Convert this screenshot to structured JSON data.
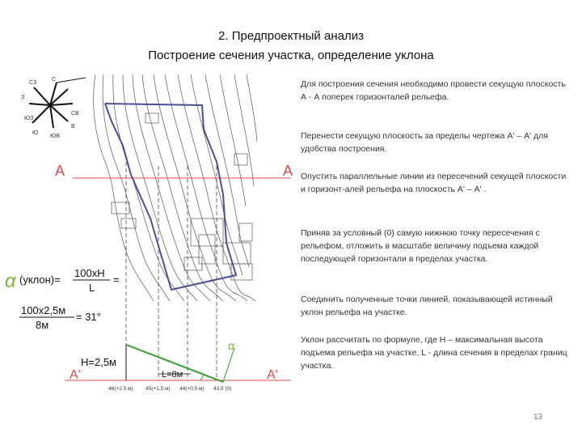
{
  "header": {
    "title": "2. Предпроектный анализ",
    "subtitle": "Построение сечения участка, определение уклона"
  },
  "paragraphs": [
    "Для построения сечения необходимо провести секущую плоскость А - А поперек горизонталей рельефа.",
    "Перенести секущую плоскость за пределы чертежа А' – А' для удобства построения.",
    "Опустить параллельные линии из пересечений секущей плоскости и горизонт-алей рельефа на плоскость А' – А' .",
    "Приняв за условный (0) самую нижнюю точку пересечения с рельефом, отложить в масштабе величину подъема каждой последующей горизонтали в пределах участка.",
    "Соединить полученные точки линией, показывающей истинный уклон рельефа на участке.",
    "Уклон рассчитать по формуле, где Н – максимальная высота подъема рельефа на участке, L - длина сечения в пределах границ участка."
  ],
  "diagram": {
    "compass": [
      "С",
      "СВ",
      "В",
      "ЮВ",
      "Ю",
      "ЮЗ",
      "З",
      "СЗ"
    ],
    "section_label": "А",
    "projection_label": "А'",
    "height_label": "Н=2,5м",
    "length_label": "L=8м",
    "angle_symbol": "α",
    "ticks": [
      "46(+2.5 м)",
      "45(+1.5 м)",
      "44(+0.5 м)",
      "43,5 (0)"
    ],
    "formula": {
      "lhs": "(уклон)=",
      "numerator": "100хН",
      "denominator": "L",
      "equals": "=",
      "calc_numerator": "100х2,5м",
      "calc_denominator": "8м",
      "result": "= 31°"
    }
  },
  "colors": {
    "accent_red": "#e34a4a",
    "slope_green": "#2f9e2f",
    "alpha_green": "#7ab530",
    "boundary": "#4a4f96"
  },
  "page": {
    "number": "13"
  }
}
